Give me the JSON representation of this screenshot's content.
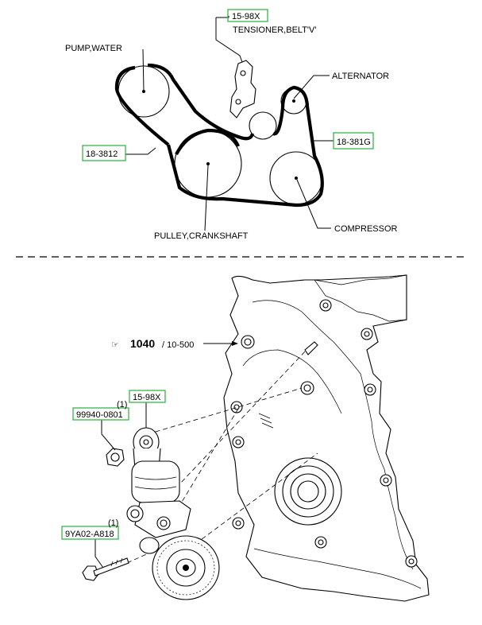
{
  "top": {
    "labels": {
      "tensioner_code": "15-98X",
      "tensioner_name": "TENSIONER,BELT'V'",
      "pump_water": "PUMP,WATER",
      "alternator": "ALTERNATOR",
      "belt_code": "18-3812",
      "alternator_code": "18-381G",
      "compressor": "COMPRESSOR",
      "crankshaft": "PULLEY,CRANKSHAFT"
    }
  },
  "bottom": {
    "ref_big": "1040",
    "ref_small": "/ 10-500",
    "ref_prefix": "☞",
    "tensioner_code": "15-98X",
    "nut_code": "99940-0801",
    "nut_qty": "(1)",
    "bolt_code": "9YA02-A818",
    "bolt_qty": "(1)"
  },
  "colors": {
    "code_box": "#39b54a",
    "line": "#000000"
  }
}
